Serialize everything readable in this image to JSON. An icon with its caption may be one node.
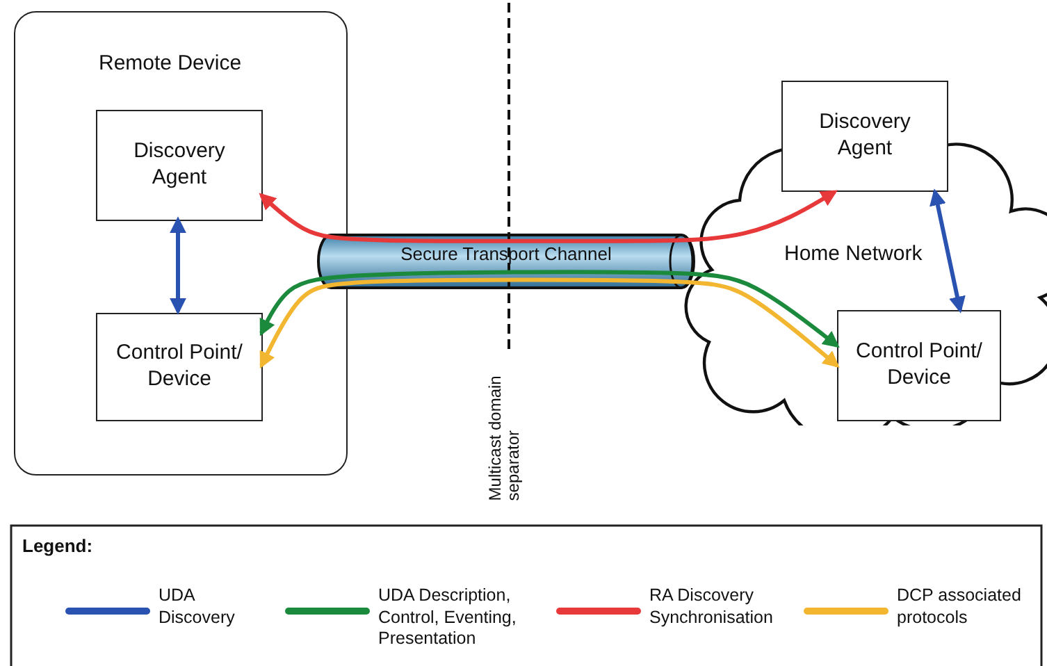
{
  "diagram": {
    "nodes": [
      {
        "text": [
          "Remote Device"
        ]
      },
      {
        "text": [
          "Discovery Agent"
        ],
        "in": 0
      },
      {
        "text": [
          "Control Point/ Device"
        ],
        "in": 0
      },
      {
        "text": [
          "Home Network"
        ]
      },
      {
        "text": [
          "Discovery Agent"
        ]
      },
      {
        "text": [
          "Control Point/ Device"
        ],
        "in": 3
      }
    ],
    "edges": [
      {
        "from": 1,
        "to": 2,
        "arrow": "both",
        "color": "#2a52b0"
      },
      {
        "from": 4,
        "to": 1,
        "arrow": "both",
        "color": "#e8393a"
      },
      {
        "from": 2,
        "to": 5,
        "arrow": "both",
        "color": "#1b8a3c"
      },
      {
        "from": 2,
        "to": 5,
        "arrow": "both",
        "color": "#f2b630"
      },
      {
        "from": 4,
        "to": 5,
        "arrow": "both",
        "color": "#2a52b0"
      }
    ],
    "labels": [
      "Secure Transport Channel",
      "Multicast domain separator",
      "Legend:"
    ],
    "legend": [
      {
        "text": "UDA Discovery",
        "color": "#2a52b0"
      },
      {
        "text": "UDA Description, Control, Eventing, Presentation",
        "color": "#1b8a3c"
      },
      {
        "text": "RA Discovery Synchronisation",
        "color": "#e8393a"
      },
      {
        "text": "DCP associated protocols",
        "color": "#f2b630"
      }
    ]
  }
}
